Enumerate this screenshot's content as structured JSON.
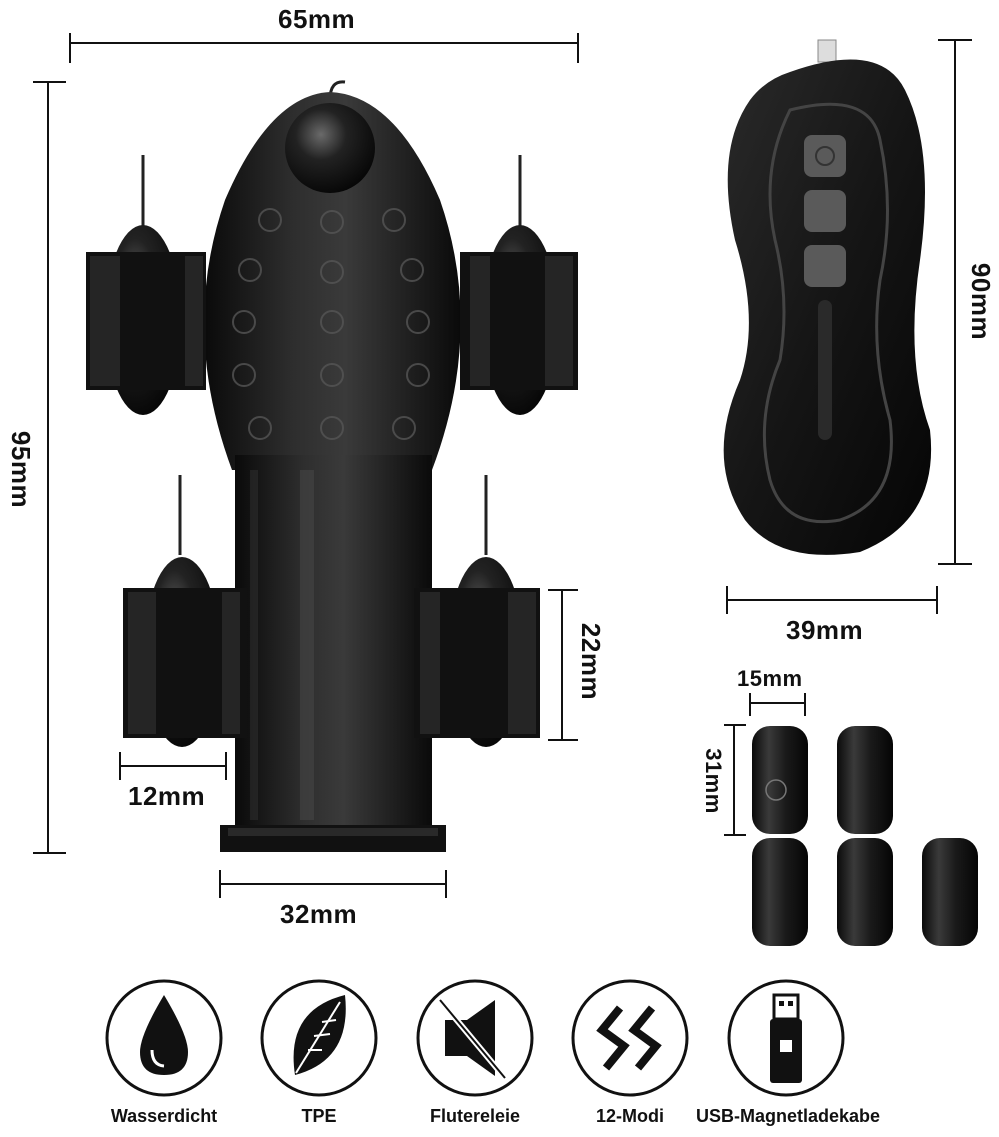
{
  "dimensions": {
    "width_top": "65mm",
    "height_main": "95mm",
    "ring_height": "22mm",
    "ring_offset": "12mm",
    "base_width": "32mm",
    "remote_height": "90mm",
    "remote_width": "39mm",
    "bullet_width": "15mm",
    "bullet_height": "31mm"
  },
  "features": [
    {
      "icon": "water-drop-icon",
      "label": "Wasserdicht"
    },
    {
      "icon": "leaf-icon",
      "label": "TPE"
    },
    {
      "icon": "mute-speaker-icon",
      "label": "Flutereleie"
    },
    {
      "icon": "zigzag-modes-icon",
      "label": "12-Modi"
    },
    {
      "icon": "usb-stick-icon",
      "label": "USB-Magnetladekabe"
    }
  ],
  "colors": {
    "product": "#1a1a1a",
    "highlight": "#4a4a4a",
    "line": "#111111"
  }
}
